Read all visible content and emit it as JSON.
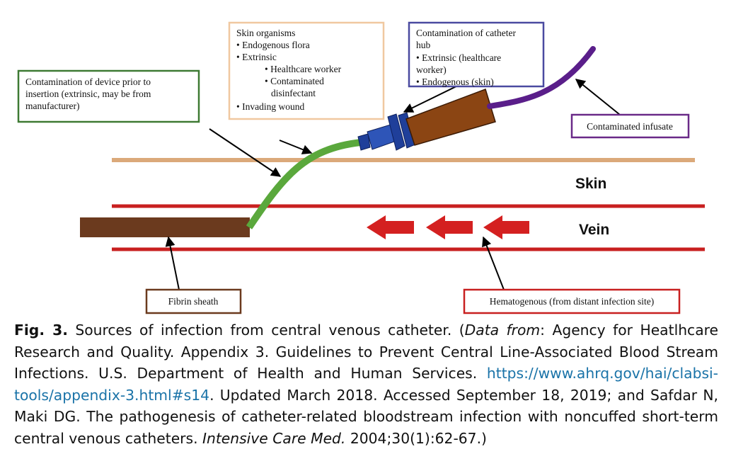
{
  "diagram": {
    "boxes": {
      "device": {
        "lines": [
          "Contamination of device prior to",
          "insertion (extrinsic, may be from",
          "manufacturer)"
        ],
        "color": "#3e7a33"
      },
      "skin_organisms": {
        "title": "Skin organisms",
        "item1": "• Endogenous flora",
        "item2": "• Extrinsic",
        "sub1": "• Healthcare worker",
        "sub2a": "• Contaminated",
        "sub2b": "disinfectant",
        "item3": "• Invading wound",
        "color": "#f0c8a0"
      },
      "hub": {
        "lines": [
          "Contamination of catheter",
          "hub",
          "• Extrinsic (healthcare",
          "worker)",
          "• Endogenous (skin)"
        ],
        "color": "#4a4aa0"
      },
      "infusate": {
        "text": "Contaminated infusate",
        "color": "#6a2a88"
      },
      "fibrin": {
        "text": "Fibrin sheath",
        "color": "#6b3a1e"
      },
      "hematogenous": {
        "text": "Hematogenous (from distant infection site)",
        "color": "#c82020"
      }
    },
    "labels": {
      "skin": "Skin",
      "vein": "Vein"
    },
    "colors": {
      "skin_line": "#dba97a",
      "vein_line": "#c82020",
      "flow_arrow": "#d42020",
      "fibrin_sheath": "#6b3a1e",
      "catheter": "#5aa83c",
      "hub_body": "#1f3f9a",
      "hub_cone": "#8b4513",
      "infusate_tube": "#5a1e8a"
    }
  },
  "caption": {
    "label": "Fig. 3.",
    "text1": " Sources of infection from central venous catheter. (",
    "data_from": "Data from",
    "text2": ": Agency for Heatlhcare Research and Quality. Appendix 3. Guidelines to Prevent Central Line-Associated Blood Stream Infections. U.S. Department of Health and Human Services. ",
    "link": "https://www.ahrq.gov/hai/clabsi-tools/appendix-3.html#s14",
    "text3": ". Updated March 2018. Accessed September 18, 2019; and Safdar N, Maki DG. The pathogenesis of catheter-related bloodstream infection with noncuffed short-term central venous catheters. ",
    "journal": "Intensive Care Med.",
    "text4": " 2004;30(1):62-67.)"
  }
}
